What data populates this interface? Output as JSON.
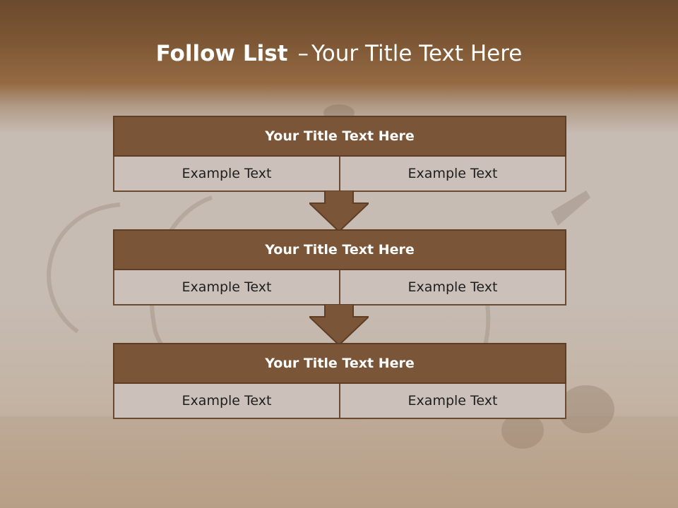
{
  "slide": {
    "title_bold": "Follow List",
    "title_separator": "–",
    "title_rest": "Your Title Text Here"
  },
  "blocks": [
    {
      "title": "Your Title Text Here",
      "left_text": "Example Text",
      "right_text": "Example Text"
    },
    {
      "title": "Your Title Text Here",
      "left_text": "Example Text",
      "right_text": "Example Text"
    },
    {
      "title": "Your Title Text Here",
      "left_text": "Example Text",
      "right_text": "Example Text"
    }
  ],
  "colors": {
    "header_fill": "#7b5537",
    "cell_fill": "#cbc1ba",
    "arrow_fill": "#7b5537",
    "title_text": "#ffffff"
  },
  "icons": {
    "connector": "down-arrow-icon"
  }
}
